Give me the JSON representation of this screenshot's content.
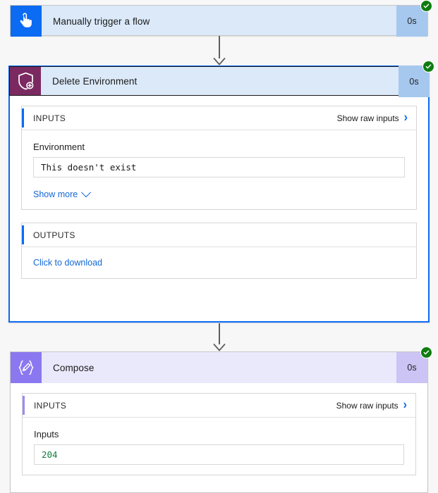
{
  "flow": {
    "cards": [
      {
        "id": "trigger",
        "title": "Manually trigger a flow",
        "duration": "0s",
        "icon": "tap-hand-icon",
        "status": "succeeded",
        "status_icon": "check-circle-icon"
      },
      {
        "id": "delete-environment",
        "title": "Delete Environment",
        "duration": "0s",
        "icon": "shield-environment-icon",
        "status": "succeeded",
        "status_icon": "check-circle-icon",
        "inputs": {
          "label": "INPUTS",
          "action_label": "Show raw inputs",
          "action_icon": "chevron-right-icon",
          "field_label": "Environment",
          "field_value": "This doesn't exist",
          "show_more_label": "Show more",
          "show_more_icon": "chevron-down-icon"
        },
        "outputs": {
          "label": "OUTPUTS",
          "download_label": "Click to download"
        }
      },
      {
        "id": "compose",
        "title": "Compose",
        "duration": "0s",
        "icon": "compose-braces-pencil-icon",
        "status": "succeeded",
        "status_icon": "check-circle-icon",
        "inputs": {
          "label": "INPUTS",
          "action_label": "Show raw inputs",
          "action_icon": "chevron-right-icon",
          "field_label": "Inputs",
          "field_value": "204"
        }
      }
    ],
    "connectors": [
      {
        "id": "trigger-to-delete",
        "icon": "arrow-down-icon"
      },
      {
        "id": "delete-to-compose",
        "icon": "arrow-down-icon"
      }
    ],
    "colors": {
      "trigger_icon_bg": "#0b6bf2",
      "trigger_header_bg": "#dbe9f9",
      "delete_icon_bg": "#7a2a61",
      "compose_icon_bg": "#8b78f0",
      "compose_header_bg": "#eae8fb",
      "selection_border": "#0b6bf2",
      "status_success": "#107c10",
      "link_blue": "#1367d5",
      "value_green": "#107c41"
    }
  }
}
